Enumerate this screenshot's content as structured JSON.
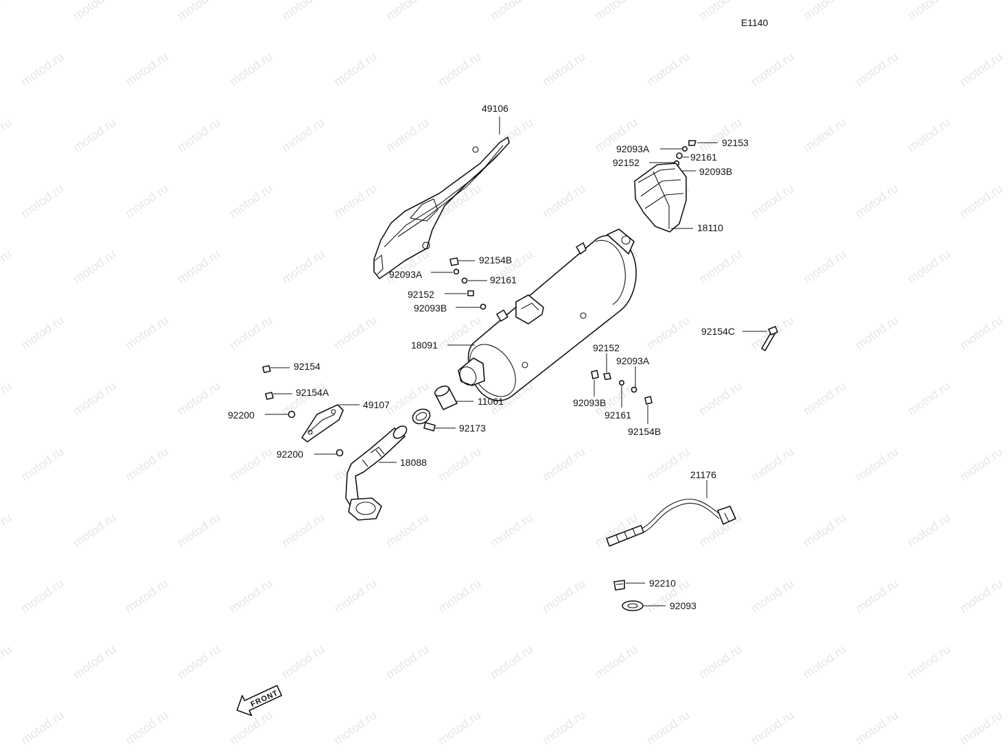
{
  "diagram_code": "E1140",
  "watermark": "motod.ru",
  "front_label": "FRONT",
  "labels": {
    "p49106": "49106",
    "p92153": "92153",
    "p92093a_top": "92093A",
    "p92161_top": "92161",
    "p92152_top": "92152",
    "p92093b_top": "92093B",
    "p18110": "18110",
    "p92154b_l": "92154B",
    "p92093a_l": "92093A",
    "p92161_l": "92161",
    "p92152_l": "92152",
    "p92093b_l": "92093B",
    "p18091": "18091",
    "p92154c": "92154C",
    "p92152_r": "92152",
    "p92093a_r": "92093A",
    "p92093b_r": "92093B",
    "p92161_r": "92161",
    "p92154b_r": "92154B",
    "p92154": "92154",
    "p92154a": "92154A",
    "p49107": "49107",
    "p92200_a": "92200",
    "p11061": "11061",
    "p92173": "92173",
    "p92200_b": "92200",
    "p18088": "18088",
    "p21176": "21176",
    "p92210": "92210",
    "p92093": "92093"
  }
}
